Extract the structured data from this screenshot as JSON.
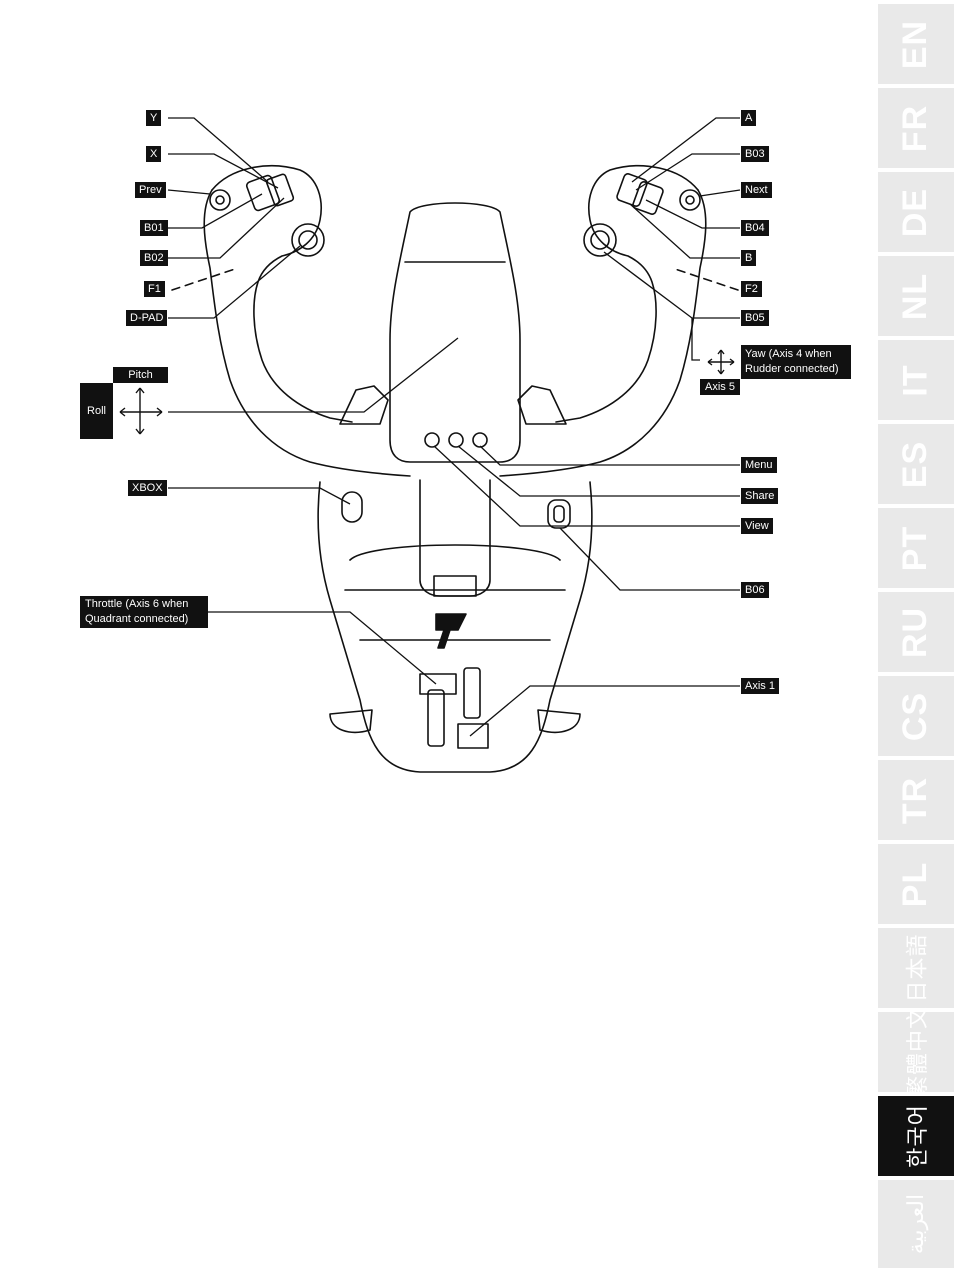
{
  "labels": {
    "y": "Y",
    "x": "X",
    "prev": "Prev",
    "b01": "B01",
    "b02": "B02",
    "f1": "F1",
    "dpad": "D-PAD",
    "a": "A",
    "b03": "B03",
    "next": "Next",
    "b04": "B04",
    "b": "B",
    "f2": "F2",
    "b05": "B05",
    "pitch": "Pitch",
    "roll": "Roll",
    "yaw": "Yaw (Axis 4 when Rudder connected)",
    "axis5": "Axis 5",
    "xbox": "XBOX",
    "menu": "Menu",
    "share": "Share",
    "view": "View",
    "b06": "B06",
    "throttle": "Throttle (Axis 6 when Quadrant connected)",
    "axis1": "Axis 1"
  },
  "language_tabs": [
    {
      "label": "EN"
    },
    {
      "label": "FR"
    },
    {
      "label": "DE"
    },
    {
      "label": "NL"
    },
    {
      "label": "IT"
    },
    {
      "label": "ES"
    },
    {
      "label": "PT"
    },
    {
      "label": "RU"
    },
    {
      "label": "CS"
    },
    {
      "label": "TR"
    },
    {
      "label": "PL"
    },
    {
      "label": "日本語"
    },
    {
      "label": "繁體中文"
    },
    {
      "label": "한국어",
      "active": true
    },
    {
      "label": "العربية"
    }
  ],
  "colors": {
    "ink": "#111111",
    "tab_bg": "#e9e9e9",
    "tab_active": "#111111"
  }
}
